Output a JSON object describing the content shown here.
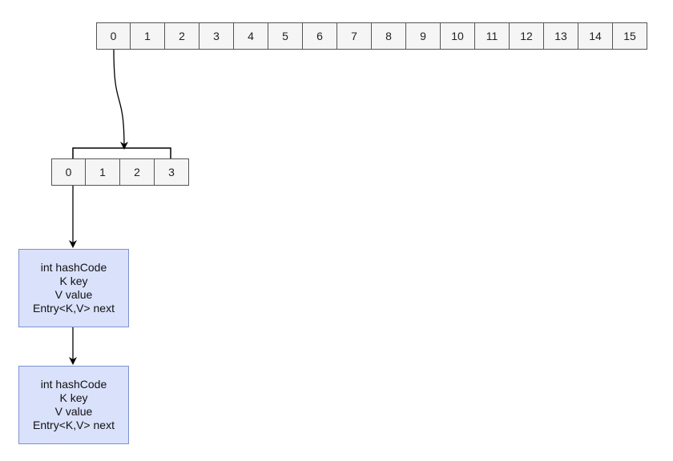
{
  "top_array": {
    "cells": [
      "0",
      "1",
      "2",
      "3",
      "4",
      "5",
      "6",
      "7",
      "8",
      "9",
      "10",
      "11",
      "12",
      "13",
      "14",
      "15"
    ]
  },
  "sub_array": {
    "cells": [
      "0",
      "1",
      "2",
      "3"
    ]
  },
  "entries": [
    {
      "lines": [
        "int hashCode",
        "K key",
        "V value",
        "Entry<K,V> next"
      ]
    },
    {
      "lines": [
        "int hashCode",
        "K key",
        "V value",
        "Entry<K,V> next"
      ]
    }
  ],
  "colors": {
    "cell_fill": "#f5f5f5",
    "entry_fill": "#dae1fb",
    "entry_border": "#7d91d3",
    "line": "#000000"
  }
}
